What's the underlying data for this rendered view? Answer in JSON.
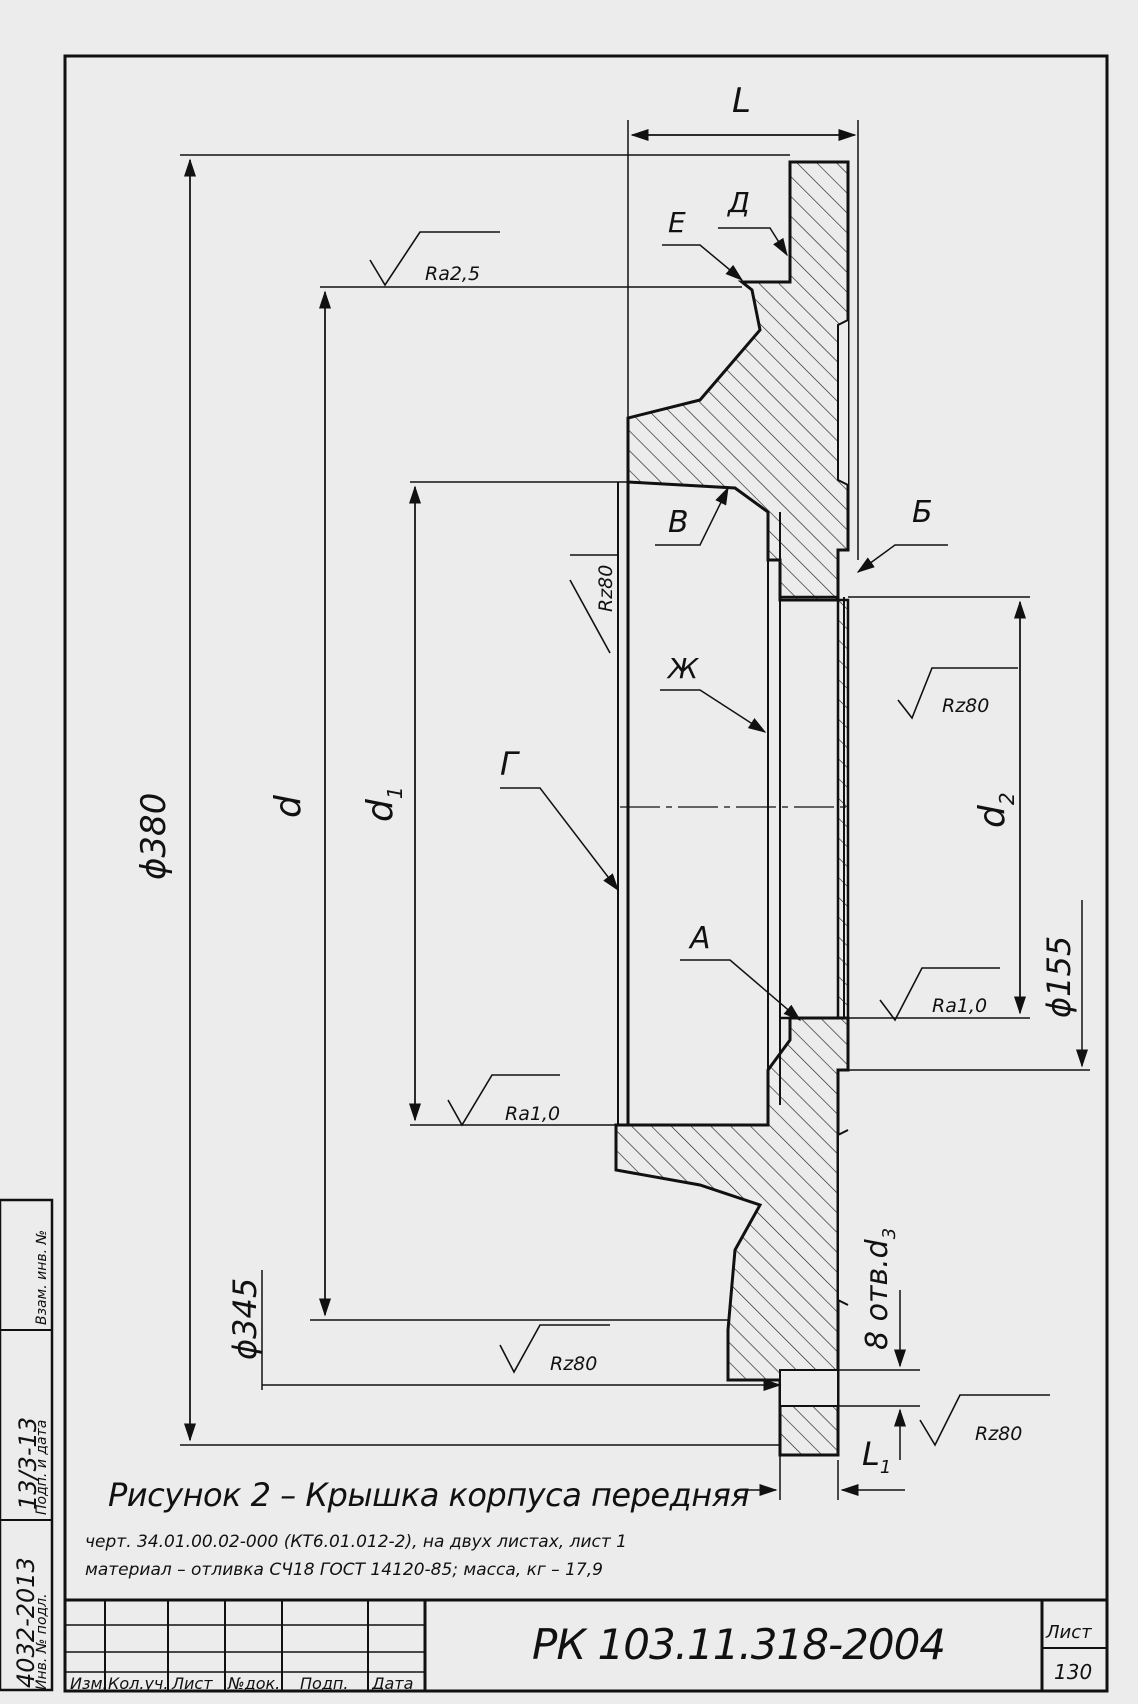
{
  "drawing": {
    "labels": {
      "L": "L",
      "L1": "L",
      "L1_sub": "1",
      "D_letter": "Д",
      "E_letter": "Е",
      "V_letter": "В",
      "B_letter": "Б",
      "Zh_letter": "Ж",
      "G_letter": "Г",
      "A_letter": "А",
      "d": "d",
      "d1": "d",
      "d1_sub": "1",
      "d2": "d",
      "d2_sub": "2",
      "d3_text": "8 отв.d",
      "d3_sub": "3",
      "dia380": "ϕ380",
      "dia345": "ϕ345",
      "dia155": "ϕ155"
    },
    "roughness": {
      "r1": "Ra2,5",
      "r2": "Rz80",
      "r3": "Rz80",
      "r4": "Ra1,0",
      "r5": "Ra1,0",
      "r6": "Rz80",
      "r7": "Rz80"
    }
  },
  "caption": {
    "title": "Рисунок 2 – Крышка корпуса передняя",
    "line1": "черт. 34.01.00.02-000  (КТ6.01.012-2), на двух листах, лист 1",
    "line2": "материал – отливка СЧ18 ГОСТ 14120-85; масса, кг – 17,9"
  },
  "title_block": {
    "doc_number": "РК 103.11.318-2004",
    "sheet_label": "Лист",
    "sheet_number": "130",
    "columns": [
      "Изм.",
      "Кол.уч.",
      "Лист",
      "№док.",
      "Подп.",
      "Дата"
    ]
  },
  "side_stamp": {
    "inv_no": "4032-2013",
    "date": "13/3-13",
    "field1": "Подп. и дата",
    "field2": "Взам. инв. №",
    "field3": "Инв. № подл."
  }
}
